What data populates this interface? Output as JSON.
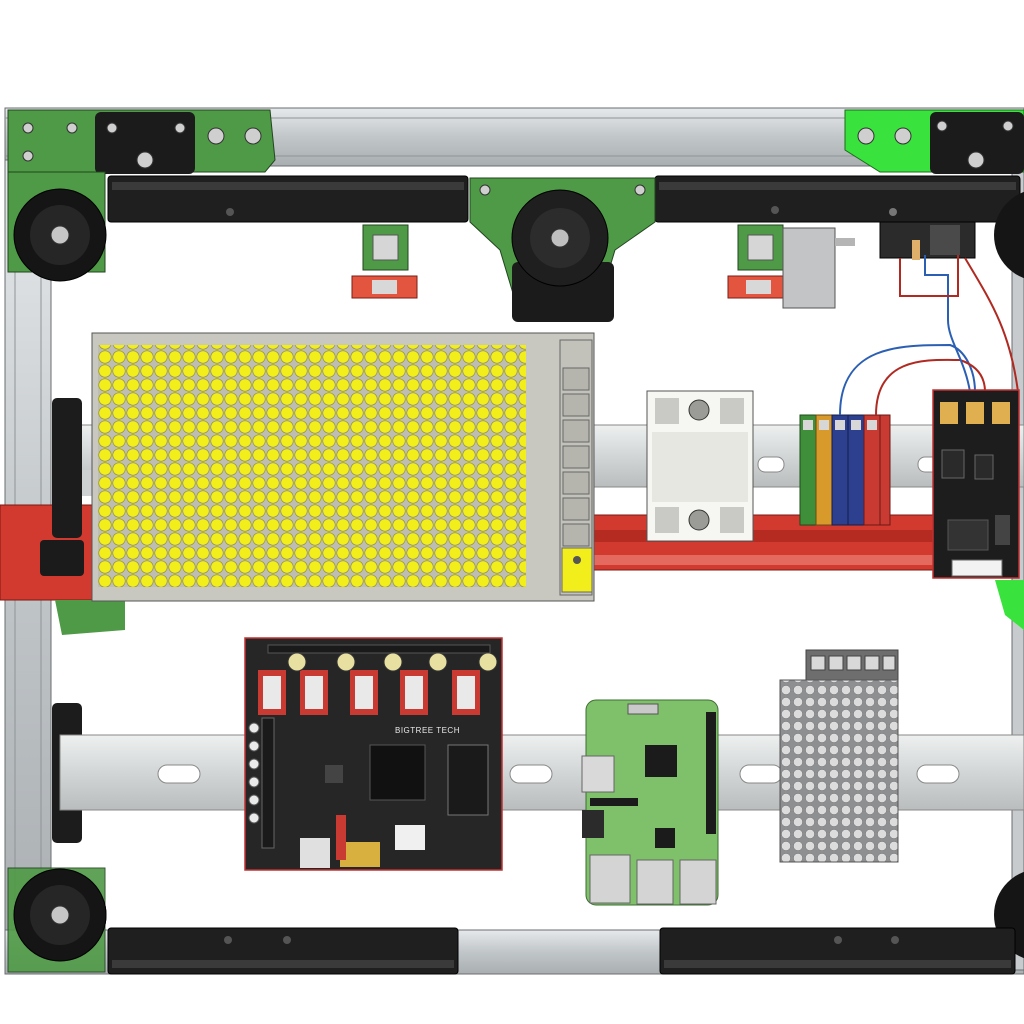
{
  "view": "electronics-bay-cad-render",
  "labels": {
    "mainboard_silkscreen": "BIGTREE TECH"
  },
  "colors": {
    "background": "#ffffff",
    "aluminum_extrusion": "#c9cdd0",
    "printed_part_green": "#4f9a46",
    "bright_green_part": "#39e23c",
    "black_part": "#1b1b1b",
    "psu_vent_yellow": "#f2ee1c",
    "din_rail": "#d4d8d8",
    "red_mount": "#d23a2f",
    "pcb_green": "#7fc06b",
    "mainboard_black": "#262626",
    "terminal_green": "#3f8f3a",
    "terminal_orange": "#d89a2a",
    "terminal_blue": "#2d3f8f",
    "terminal_red": "#c83a32"
  },
  "components": [
    {
      "id": "frame-extrusion",
      "icon": "extrusion-icon"
    },
    {
      "id": "main-psu",
      "icon": "power-supply-icon"
    },
    {
      "id": "solid-state-relay",
      "icon": "relay-icon"
    },
    {
      "id": "terminal-blocks",
      "icon": "terminal-block-icon",
      "count": 5
    },
    {
      "id": "ac-power-module",
      "icon": "pcb-icon"
    },
    {
      "id": "mainboard",
      "icon": "controller-board-icon",
      "driver_slots": 5
    },
    {
      "id": "raspberry-pi",
      "icon": "sbc-icon"
    },
    {
      "id": "secondary-psu",
      "icon": "power-supply-icon"
    },
    {
      "id": "power-inlet",
      "icon": "iec-inlet-icon"
    },
    {
      "id": "z-motor",
      "icon": "stepper-motor-icon"
    },
    {
      "id": "feet",
      "icon": "wheel-icon",
      "count": 4
    }
  ]
}
